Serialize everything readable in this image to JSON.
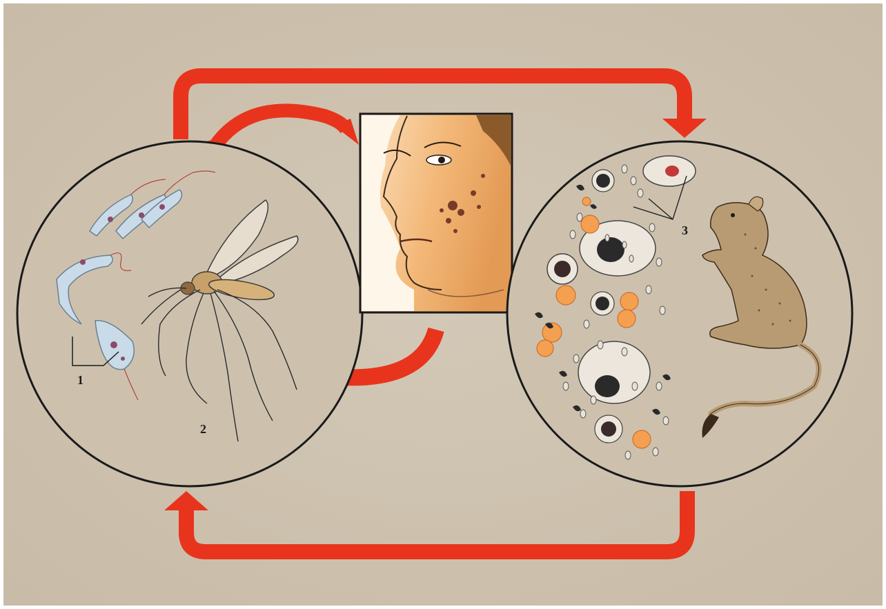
{
  "diagram": {
    "labels": {
      "l1": "1",
      "l2": "2",
      "l3": "3"
    },
    "colors": {
      "background": "#cfc3b1",
      "arrow": "#e8341c",
      "outline": "#1a1a1a",
      "skin": "#f0b878",
      "parasite": "#c9dbe8",
      "cell_orange": "#f4a050",
      "rodent": "#b89b72"
    },
    "icons": {
      "left_circle": "promastigote-and-sandfly-icon",
      "center_panel": "human-face-with-skin-lesions-icon",
      "right_circle": "amastigotes-and-rodent-icon"
    }
  }
}
